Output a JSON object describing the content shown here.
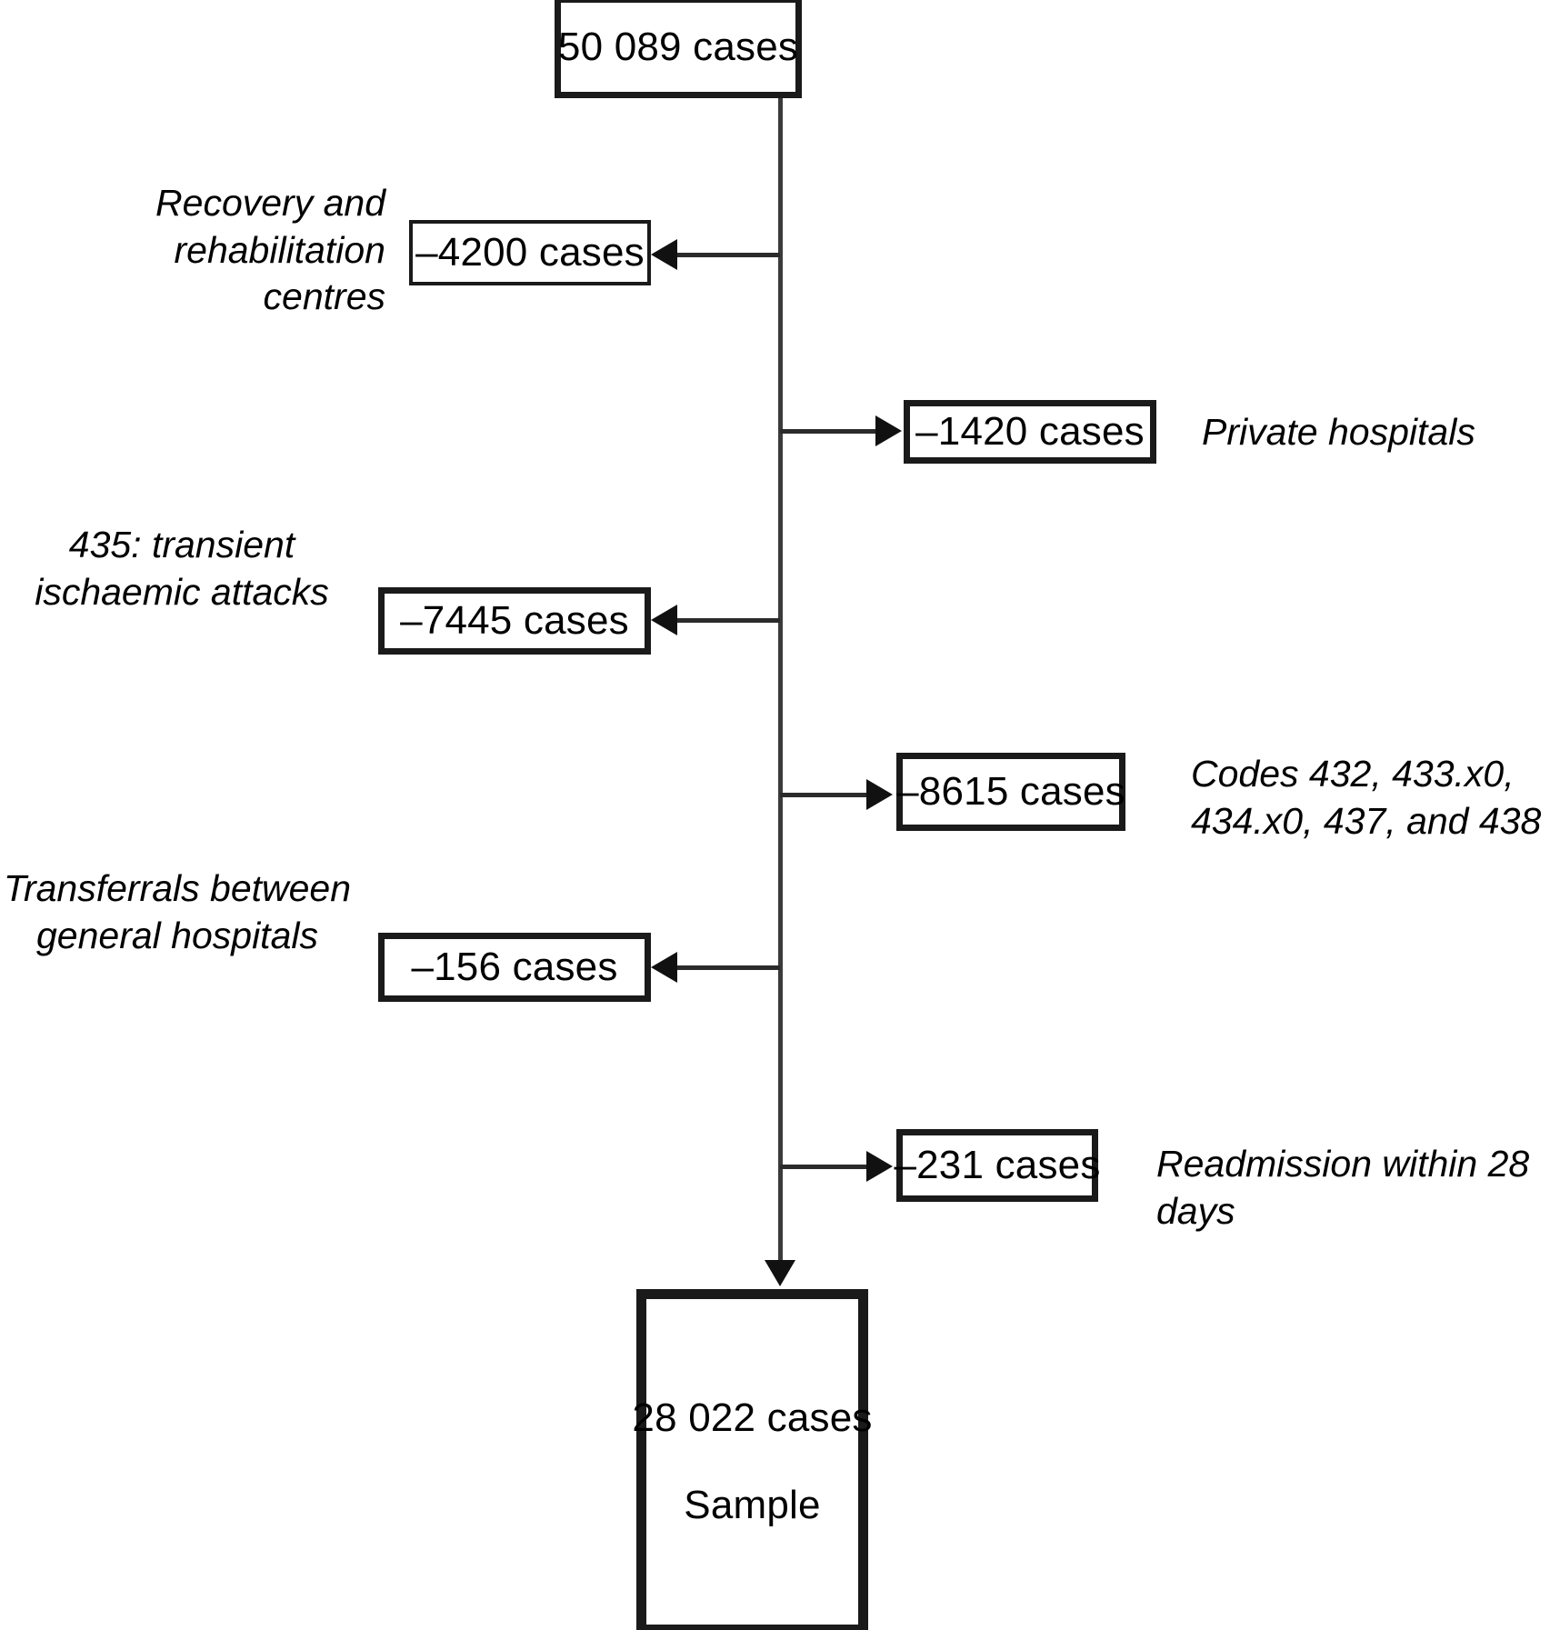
{
  "diagram": {
    "type": "flowchart",
    "title": "Case selection flow diagram",
    "start": {
      "label": "50 089 cases"
    },
    "final": {
      "line1": "28 022 cases",
      "line2": "Sample"
    },
    "exclusions": [
      {
        "id": "recovery-rehabilitation",
        "side": "left",
        "box": "–4200 cases",
        "caption": "Recovery and rehabilitation\ncentres"
      },
      {
        "id": "private-hospitals",
        "side": "right",
        "box": "–1420 cases",
        "caption": "Private hospitals"
      },
      {
        "id": "transient-ischaemic-attacks",
        "side": "left",
        "box": "–7445 cases",
        "caption": "435: transient\nischaemic attacks"
      },
      {
        "id": "codes",
        "side": "right",
        "box": "–8615 cases",
        "caption": "Codes 432, 433.x0,\n434.x0, 437, and 438"
      },
      {
        "id": "transferrals",
        "side": "left",
        "box": "–156 cases",
        "caption": "Transferrals between\ngeneral hospitals"
      },
      {
        "id": "readmission",
        "side": "right",
        "box": "–231 cases",
        "caption": "Readmission within 28 days"
      }
    ],
    "colors": {
      "box_border": "#1a1a1a",
      "connector": "#2b2b2b",
      "background": "#ffffff",
      "text": "#000000"
    }
  }
}
